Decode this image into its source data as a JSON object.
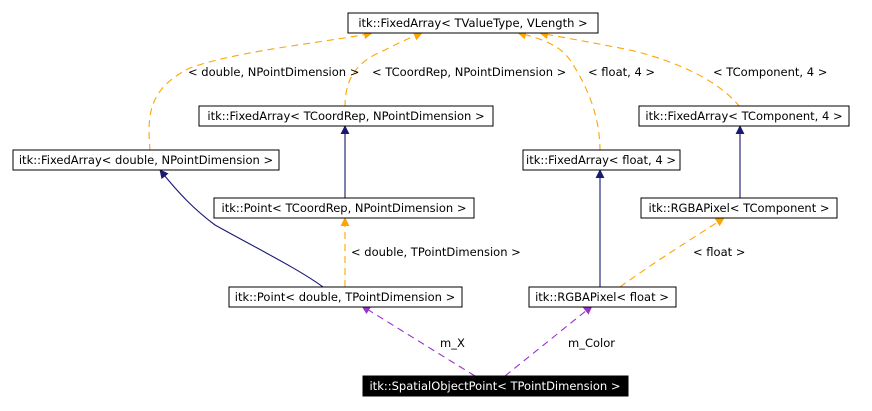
{
  "colors": {
    "inheritance": "#191970",
    "template_instance": "#ffa500",
    "usage": "#9a32cd",
    "node_border": "#000000",
    "highlight_fill": "#000000",
    "highlight_text": "#ffffff"
  },
  "nodes": {
    "fixedarray_generic": "itk::FixedArray< TValueType, VLength >",
    "fixedarray_coordrep": "itk::FixedArray< TCoordRep, NPointDimension >",
    "fixedarray_component": "itk::FixedArray< TComponent, 4 >",
    "fixedarray_double": "itk::FixedArray< double, NPointDimension >",
    "fixedarray_float": "itk::FixedArray< float, 4 >",
    "point_coordrep": "itk::Point< TCoordRep, NPointDimension >",
    "rgbapixel_component": "itk::RGBAPixel< TComponent >",
    "point_double": "itk::Point< double, TPointDimension >",
    "rgbapixel_float": "itk::RGBAPixel< float >",
    "spatialobjectpoint": "itk::SpatialObjectPoint< TPointDimension >"
  },
  "edge_labels": {
    "double_npoint": "< double, NPointDimension >",
    "coordrep_npoint": "< TCoordRep, NPointDimension >",
    "float_4": "< float, 4 >",
    "component_4": "< TComponent, 4 >",
    "double_tpoint": "< double, TPointDimension >",
    "float": "< float >",
    "m_x": "m_X",
    "m_color": "m_Color"
  }
}
